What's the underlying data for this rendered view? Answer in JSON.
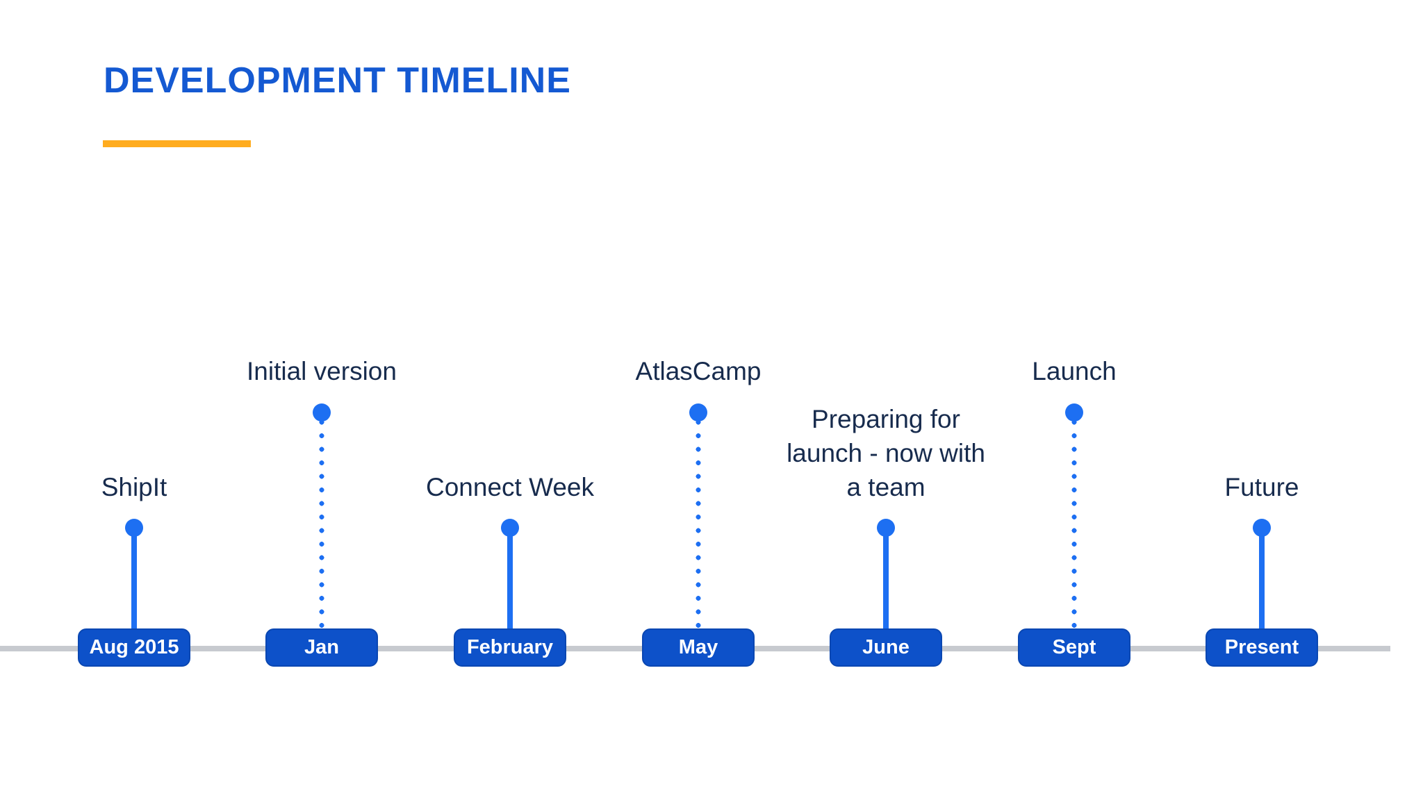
{
  "page": {
    "title": "DEVELOPMENT TIMELINE"
  },
  "colors": {
    "title-blue": "#1459d2",
    "underline-orange": "#ffac1f",
    "stem-blue": "#1d6ff2",
    "pill-blue": "#0d51c9",
    "pill-border": "#0a47b2",
    "axis-gray": "#c7cacf",
    "label-navy": "#172b4d",
    "bg": "#ffffff"
  },
  "timeline": {
    "milestones": [
      {
        "title": "ShipIt",
        "date": "Aug 2015",
        "stem": "solid-short"
      },
      {
        "title": "Initial version",
        "date": "Jan",
        "stem": "dotted-tall"
      },
      {
        "title": "Connect Week",
        "date": "February",
        "stem": "solid-short"
      },
      {
        "title": "AtlasCamp",
        "date": "May",
        "stem": "dotted-tall"
      },
      {
        "title": "Preparing for\nlaunch - now with\na team",
        "date": "June",
        "stem": "solid-short"
      },
      {
        "title": "Launch",
        "date": "Sept",
        "stem": "dotted-tall"
      },
      {
        "title": "Future",
        "date": "Present",
        "stem": "solid-short"
      }
    ]
  }
}
